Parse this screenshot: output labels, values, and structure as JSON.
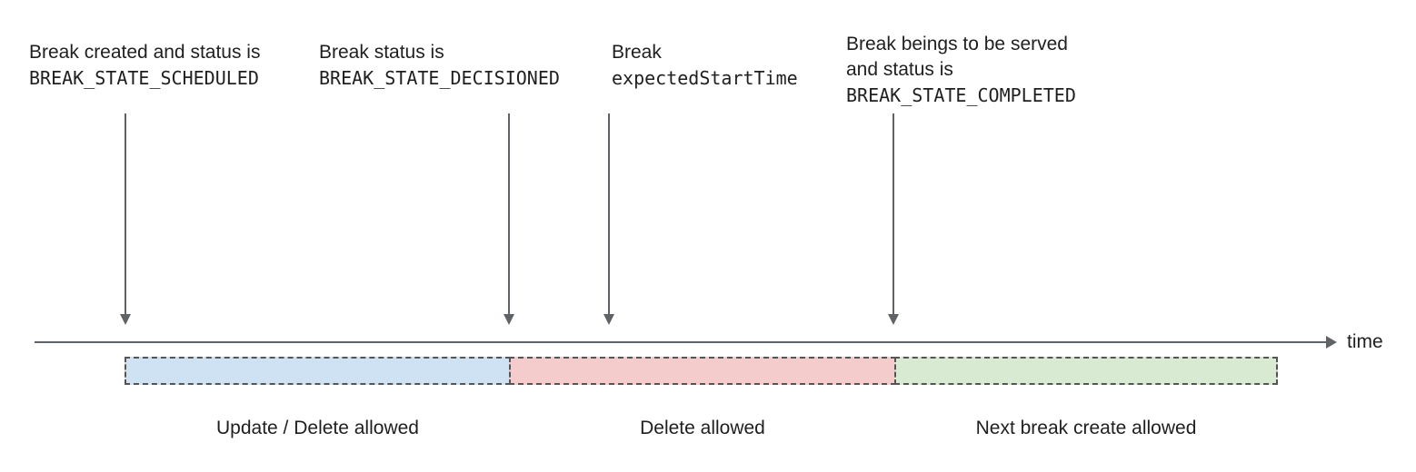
{
  "diagram": {
    "time_axis_label": "time",
    "annotations": [
      {
        "line1": "Break created and status is",
        "line2": "BREAK_STATE_SCHEDULED"
      },
      {
        "line1": "Break status is",
        "line2": "BREAK_STATE_DECISIONED"
      },
      {
        "line1": "Break",
        "line2": "expectedStartTime"
      },
      {
        "line1": "Break beings to be served",
        "line2": "and status is",
        "line3": "BREAK_STATE_COMPLETED"
      }
    ],
    "segments": [
      {
        "label": "Update / Delete allowed",
        "color": "#cfe2f3"
      },
      {
        "label": "Delete allowed",
        "color": "#f4cccc"
      },
      {
        "label": "Next break create allowed",
        "color": "#d9ead3"
      }
    ],
    "colors": {
      "arrow": "#5f6368",
      "segment_border": "#555555",
      "text": "#1f1f1f"
    }
  }
}
